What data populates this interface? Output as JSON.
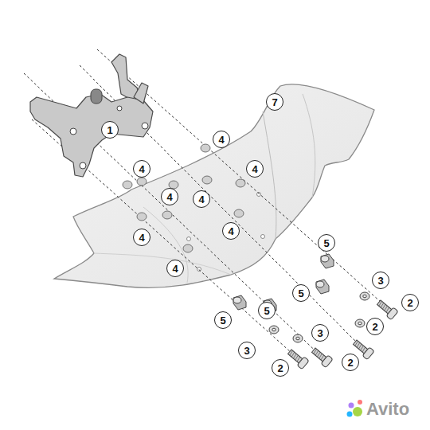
{
  "diagram": {
    "labels": [
      "7",
      "1",
      "4",
      "4",
      "4",
      "4",
      "4",
      "4",
      "4",
      "4",
      "5",
      "3",
      "2",
      "5",
      "3",
      "2",
      "5",
      "5",
      "3",
      "2",
      "2",
      "Avito"
    ]
  }
}
